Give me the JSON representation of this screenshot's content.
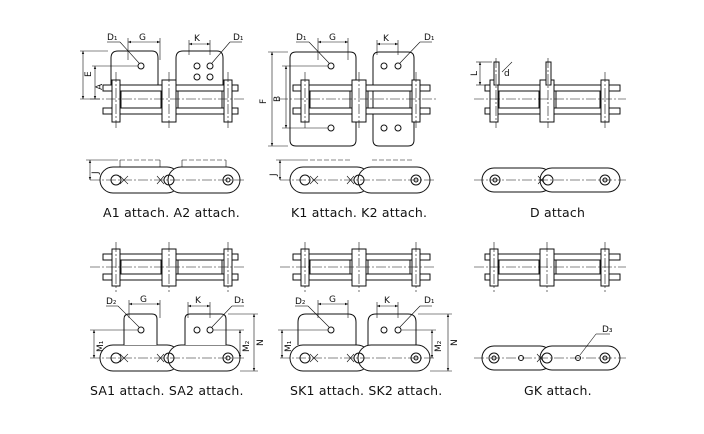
{
  "dimension_labels": {
    "D1": "D₁",
    "D2": "D₂",
    "D3": "D₃",
    "G": "G",
    "K": "K",
    "E": "E",
    "A": "A",
    "F": "F",
    "B": "B",
    "J": "J",
    "L": "L",
    "d": "d",
    "M1": "M₁",
    "M2": "M₂",
    "N": "N"
  },
  "captions": {
    "a": "A1 attach.  A2 attach.",
    "k": "K1 attach.  K2 attach.",
    "d": "D attach",
    "sa": "SA1 attach.  SA2 attach.",
    "sk": "SK1 attach.  SK2 attach.",
    "gk": "GK attach."
  }
}
